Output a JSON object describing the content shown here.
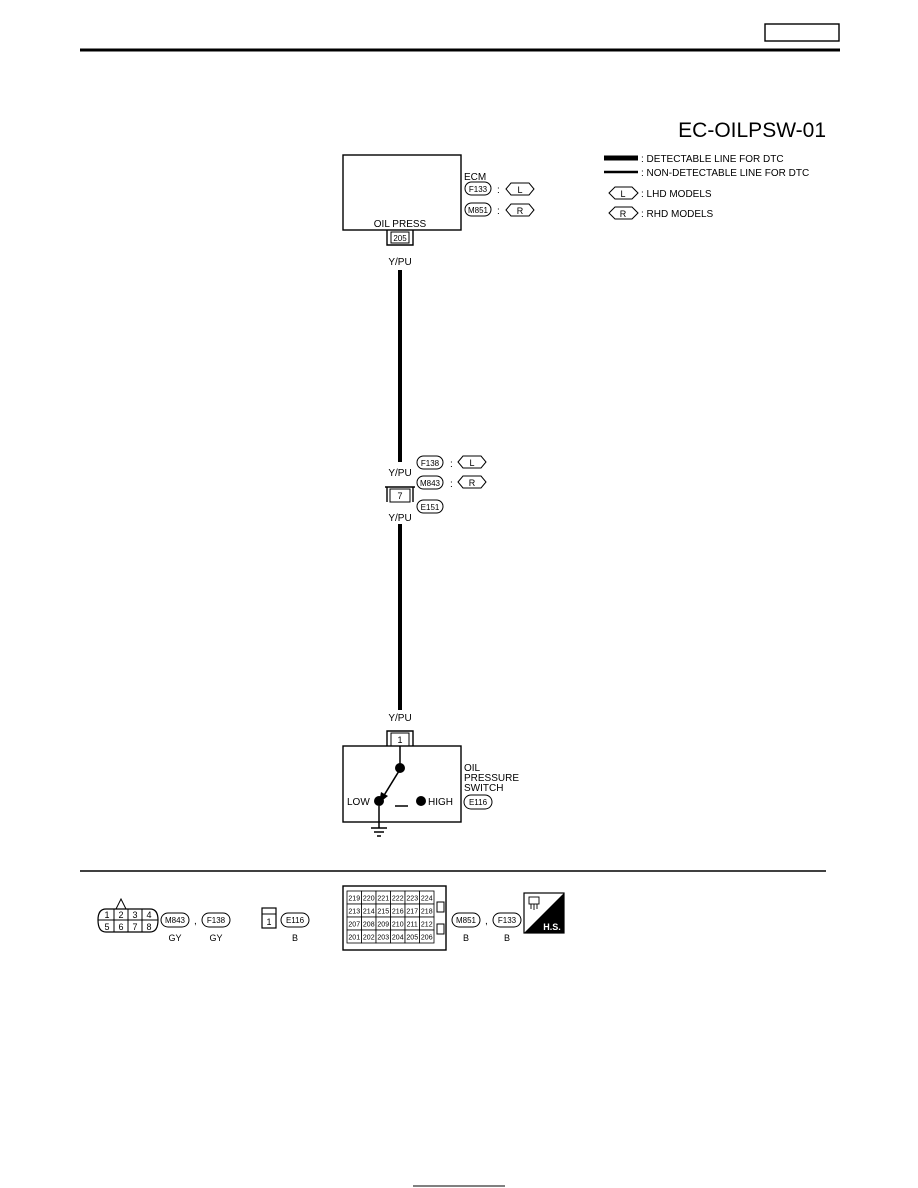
{
  "header": {
    "page_tab": ""
  },
  "diagram_title": "EC-OILPSW-01",
  "legend": {
    "detectable": ": DETECTABLE LINE FOR DTC",
    "non_detectable": ": NON-DETECTABLE LINE FOR DTC",
    "lhd": ": LHD MODELS",
    "rhd": ": RHD MODELS",
    "lhd_symbol": "L",
    "rhd_symbol": "R"
  },
  "ecm": {
    "label": "ECM",
    "terminal_label": "OIL PRESS",
    "terminal_no": "205",
    "connectors": [
      {
        "id": "F133",
        "model": "L"
      },
      {
        "id": "M851",
        "model": "R"
      }
    ]
  },
  "wire_color": "Y/PU",
  "junction": {
    "upper_connectors": [
      {
        "id": "F138",
        "model": "L"
      },
      {
        "id": "M843",
        "model": "R"
      }
    ],
    "pin": "7",
    "lower_connector": "E151"
  },
  "switch": {
    "pin": "1",
    "name_lines": [
      "OIL",
      "PRESSURE",
      "SWITCH"
    ],
    "connector": "E116",
    "low": "LOW",
    "high": "HIGH"
  },
  "connector_views": {
    "c1": {
      "pins_top": [
        "1",
        "2",
        "3",
        "4"
      ],
      "pins_bottom": [
        "5",
        "6",
        "7",
        "8"
      ],
      "ids": [
        "M843",
        "F138"
      ],
      "colors": [
        "GY",
        "GY"
      ],
      "separator": ","
    },
    "c2": {
      "pin": "1",
      "id": "E116",
      "color": "B"
    },
    "c3": {
      "rows": [
        [
          "219",
          "220",
          "221",
          "222",
          "223",
          "224"
        ],
        [
          "213",
          "214",
          "215",
          "216",
          "217",
          "218"
        ],
        [
          "207",
          "208",
          "209",
          "210",
          "211",
          "212"
        ],
        [
          "201",
          "202",
          "203",
          "204",
          "205",
          "206"
        ]
      ],
      "ids": [
        "M851",
        "F133"
      ],
      "colors": [
        "B",
        "B"
      ],
      "separator": ",",
      "badge": "H.S."
    }
  },
  "colors": {
    "ink": "#000000",
    "paper": "#ffffff"
  }
}
